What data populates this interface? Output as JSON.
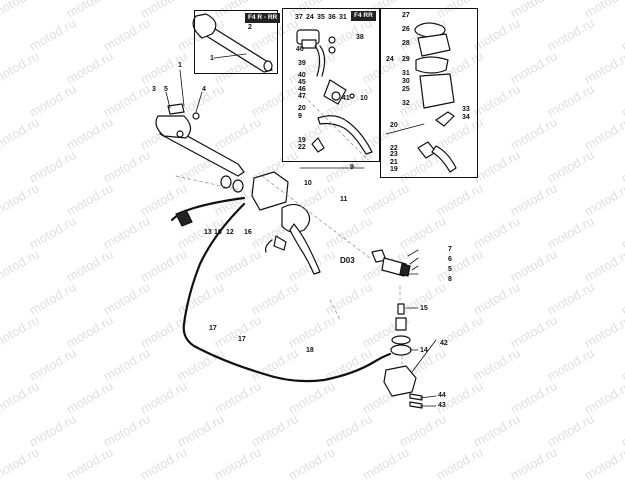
{
  "watermark": "motod.ru",
  "insets": {
    "left_badge": "F4 R - RR",
    "mid_badge": "F4 RR"
  },
  "diagram_code": "D03",
  "callouts": {
    "n1": "1",
    "n2": "2",
    "n3": "3",
    "n4": "4",
    "n5": "5",
    "n6": "6",
    "n7": "7",
    "n8": "8",
    "n9": "9",
    "n10": "10",
    "n11": "11",
    "n12": "12",
    "n13": "13",
    "n14": "14",
    "n15": "15",
    "n16": "16",
    "n17": "17",
    "n18": "18",
    "n19": "19",
    "n20": "20",
    "n21": "21",
    "n22": "22",
    "n23": "23",
    "n24": "24",
    "n25": "25",
    "n26": "26",
    "n27": "27",
    "n28": "28",
    "n29": "29",
    "n30": "30",
    "n31": "31",
    "n32": "32",
    "n33": "33",
    "n34": "34",
    "n35": "35",
    "n36": "36",
    "n37": "37",
    "n38": "38",
    "n39": "39",
    "n40": "40",
    "n41": "41",
    "n42": "42",
    "n43": "43",
    "n44": "44",
    "n45": "45",
    "n46": "46",
    "n47": "47"
  },
  "colors": {
    "line": "#111111",
    "watermark": "#b9b9b9",
    "dash": "#999999"
  }
}
